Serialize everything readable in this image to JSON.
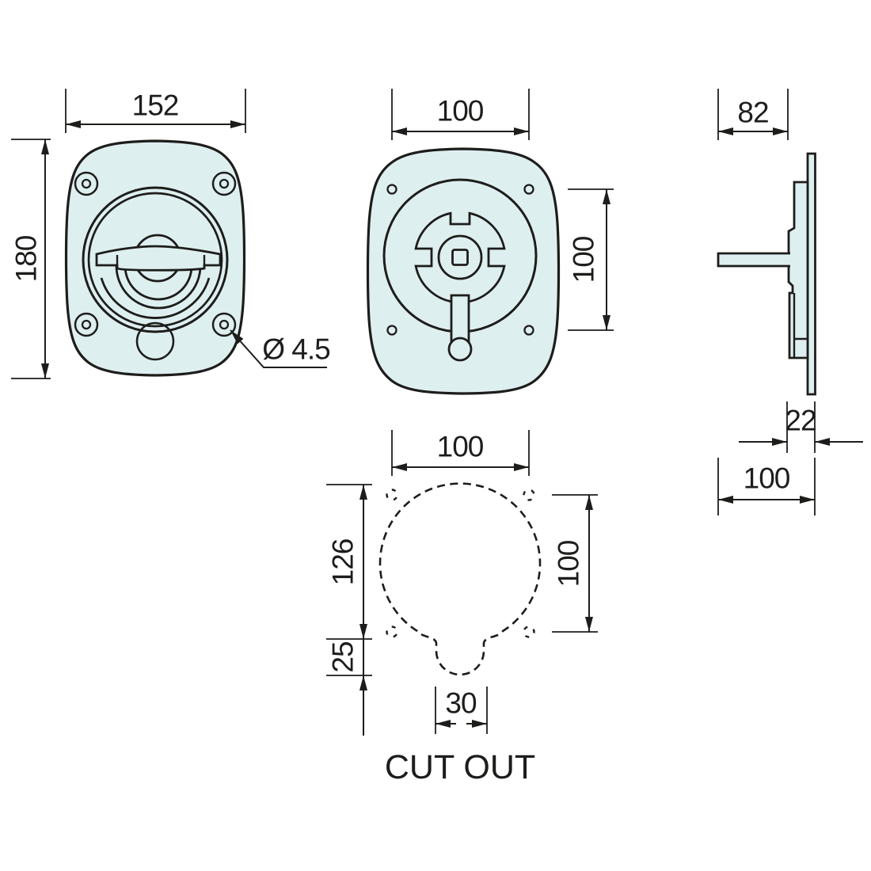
{
  "drawing": {
    "front_view": {
      "width_dim": "152",
      "height_dim": "180",
      "screw_hole_dia": "Ø 4.5"
    },
    "back_view": {
      "hole_pitch_h": "100",
      "hole_pitch_v": "100"
    },
    "side_view": {
      "depth_dim": "82",
      "flange_dim": "22",
      "body_dim": "100"
    },
    "cutout": {
      "width_dim": "100",
      "upper_height_dim": "126",
      "lower_height_dim": "25",
      "hole_pitch_v_dim": "100",
      "slot_width_dim": "30",
      "caption": "CUT OUT"
    },
    "colors": {
      "part_fill": "#deeff0",
      "line_color": "#1d1d1b",
      "background": "#ffffff"
    }
  }
}
